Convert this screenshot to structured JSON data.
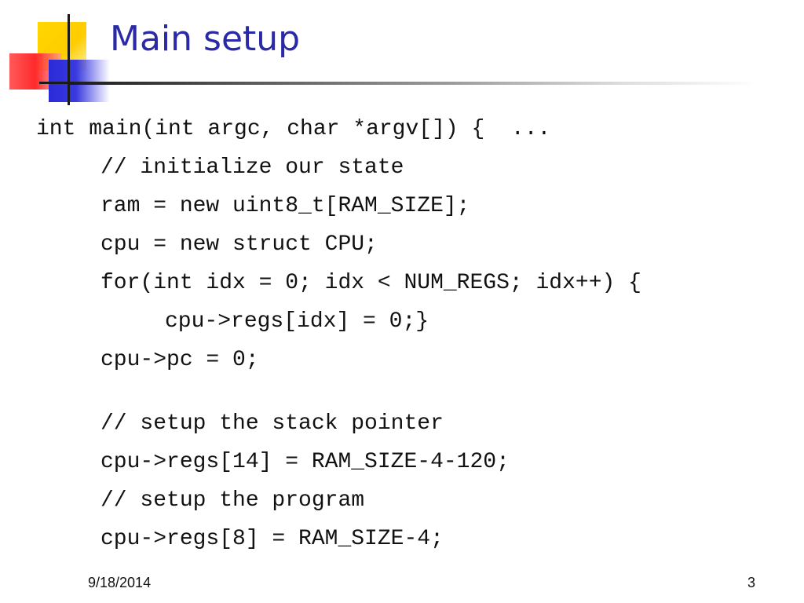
{
  "slide": {
    "title": "Main setup",
    "code_lines": [
      "int main(int argc, char *argv[]) {  ...",
      "// initialize our state",
      "ram = new uint8_t[RAM_SIZE];",
      "cpu = new struct CPU;",
      "for(int idx = 0; idx < NUM_REGS; idx++) {",
      "cpu->regs[idx] = 0;}",
      "cpu->pc = 0;",
      "// setup the stack pointer",
      "cpu->regs[14] = RAM_SIZE-4-120;",
      "// setup the program",
      "cpu->regs[8] = RAM_SIZE-4;"
    ],
    "footer": {
      "date": "9/18/2014",
      "page_number": "3"
    }
  },
  "colors": {
    "title": "#2a2aa6",
    "logo_yellow": "#ffcc00",
    "logo_red": "#ff2a2a",
    "logo_blue": "#2a2ad8"
  }
}
